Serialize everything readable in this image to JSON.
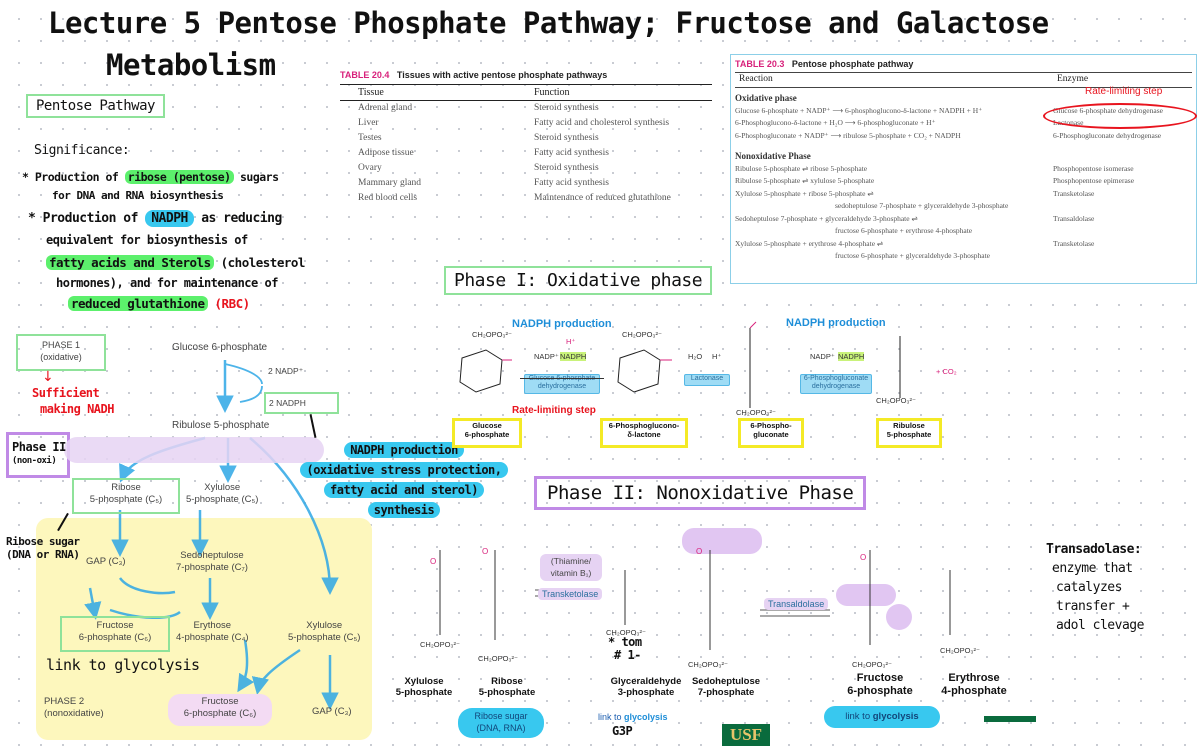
{
  "title": {
    "line1": "Lecture 5 Pentose Phosphate Pathway; Fructose  and  Galactose",
    "line2": "Metabolism"
  },
  "notes": {
    "pentose_pathway": "Pentose Pathway",
    "significance": "Significance:",
    "bullet1_a": "* Production of ",
    "bullet1_hl": "ribose (pentose)",
    "bullet1_b": " sugars",
    "bullet1_c": "for DNA and RNA biosynthesis",
    "bullet2_a": "* Production of ",
    "bullet2_hl": "NADPH",
    "bullet2_b": " as reducing",
    "bullet2_c": "equivalent for biosynthesis of",
    "bullet2_hl2": "fatty acids and Sterols",
    "bullet2_d": " (cholesterol",
    "bullet2_e": "hormones), and for maintenance of",
    "bullet2_hl3": "reduced glutathione",
    "bullet2_red": "(RBC)"
  },
  "table204": {
    "label": "TABLE 20.4",
    "title": "Tissues with active pentose phosphate pathways",
    "col_tissue": "Tissue",
    "col_function": "Function",
    "rows": [
      {
        "tissue": "Adrenal gland",
        "function": "Steroid synthesis"
      },
      {
        "tissue": "Liver",
        "function": "Fatty acid and cholesterol synthesis"
      },
      {
        "tissue": "Testes",
        "function": "Steroid synthesis"
      },
      {
        "tissue": "Adipose tissue",
        "function": "Fatty acid synthesis"
      },
      {
        "tissue": "Ovary",
        "function": "Steroid synthesis"
      },
      {
        "tissue": "Mammary gland",
        "function": "Fatty acid synthesis"
      },
      {
        "tissue": "Red blood cells",
        "function": "Maintenance of reduced glutathione"
      }
    ]
  },
  "table203": {
    "label": "TABLE 20.3",
    "title": "Pentose phosphate pathway",
    "col_reaction": "Reaction",
    "col_enzyme": "Enzyme",
    "rate_limiting_note": "Rate-limiting step",
    "oxidative_heading": "Oxidative phase",
    "oxidative_rows": [
      {
        "reaction": "Glucose 6-phosphate + NADP⁺ ⟶ 6-phosphoglucono-δ-lactone + NADPH + H⁺",
        "enzyme": "Glucose 6-phosphate dehydrogenase"
      },
      {
        "reaction": "6-Phosphoglucono-δ-lactone + H₂O ⟶ 6-phosphogluconate + H⁺",
        "enzyme": "Lactonase"
      },
      {
        "reaction": "6-Phosphogluconate + NADP⁺ ⟶ ribulose 5-phosphate + CO₂ + NADPH",
        "enzyme": "6-Phosphogluconate dehydrogenase"
      }
    ],
    "nonox_heading": "Nonoxidative Phase",
    "nonox_rows": [
      {
        "reaction": "Ribulose 5-phosphate ⇌ ribose 5-phosphate",
        "reaction2": "",
        "enzyme": "Phosphopentose isomerase"
      },
      {
        "reaction": "Ribulose 5-phosphate ⇌ xylulose 5-phosphate",
        "reaction2": "",
        "enzyme": "Phosphopentose epimerase"
      },
      {
        "reaction": "Xylulose 5-phosphate + ribose 5-phosphate ⇌",
        "reaction2": "sedoheptulose 7-phosphate + glyceraldehyde 3-phosphate",
        "enzyme": "Transketolase"
      },
      {
        "reaction": "Sedoheptulose 7-phosphate + glyceraldehyde 3-phosphate ⇌",
        "reaction2": "fructose 6-phosphate + erythrose 4-phosphate",
        "enzyme": "Transaldolase"
      },
      {
        "reaction": "Xylulose 5-phosphate + erythrose 4-phosphate ⇌",
        "reaction2": "fructose 6-phosphate + glyceraldehyde 3-phosphate",
        "enzyme": "Transketolase"
      }
    ]
  },
  "flow": {
    "phase1_a": "PHASE 1",
    "phase1_b": "(oxidative)",
    "sufficient_a": "Sufficient",
    "sufficient_b": "making NADH",
    "phase2_hand_a": "Phase II",
    "phase2_hand_b": "(non-oxi)",
    "glucose6p": "Glucose 6-phosphate",
    "nadp": "2 NADP⁺",
    "nadph": "2 NADPH",
    "ribulose5p": "Ribulose 5-phosphate",
    "ribose_a": "Ribose",
    "ribose_b": "5-phosphate (C₅)",
    "xylulose_a": "Xylulose",
    "xylulose_b": "5-phosphate (C₅)",
    "ribose_sugar_a": "Ribose sugar",
    "ribose_sugar_b": "(DNA or RNA)",
    "gap3": "GAP (C₃)",
    "sedo_a": "Sedoheptulose",
    "sedo_b": "7-phosphate (C₇)",
    "fructose_a": "Fructose",
    "fructose_b": "6-phosphate (C₆)",
    "erythrose_a": "Erythose",
    "erythrose_b": "4-phosphate (C₄)",
    "xylulose2_a": "Xylulose",
    "xylulose2_b": "5-phosphate (C₅)",
    "link_glycolysis": "link to glycolysis",
    "phase2_a": "PHASE 2",
    "phase2_b": "(nonoxidative)",
    "fructose2_a": "Fructose",
    "fructose2_b": "6-phosphate (C₆)",
    "gap5": "GAP (C₃)"
  },
  "nadph_note": {
    "line1": "NADPH production",
    "line2": "(oxidative stress protection,",
    "line3": "fatty acid and sterol)",
    "line4": "synthesis"
  },
  "phase1_diagram": {
    "heading": "Phase I: Oxidative phase",
    "nadph_production_1": "NADPH production",
    "nadph_production_2": "NADPH production",
    "rate_limiting": "Rate-limiting step",
    "enz_g6pd_a": "Glucose 6-phosphate",
    "enz_g6pd_b": "dehydrogenase",
    "enz_lactonase": "Lactonase",
    "enz_6pgd_a": "6-Phosphogluconate",
    "enz_6pgd_b": "dehydrogenase",
    "nadp_label": "NADP⁺",
    "nadph_label": "NADPH",
    "h_plus": "H⁺",
    "h2o": "H₂O",
    "co2": "+ CO₂",
    "mol1_a": "Glucose",
    "mol1_b": "6-phosphate",
    "mol2_a": "6-Phosphoglucono-",
    "mol2_b": "δ-lactone",
    "mol3_a": "6-Phospho-",
    "mol3_b": "gluconate",
    "mol4_a": "Ribulose",
    "mol4_b": "5-phosphate",
    "ch2opo3": "CH₂OPO₃²⁻"
  },
  "phase2_diagram": {
    "heading": "Phase II: Nonoxidative Phase",
    "cofactor_a": "(Thiamine/",
    "cofactor_b": "vitamin B₁)",
    "transketolase": "Transketolase",
    "transaldolase": "Transaldolase",
    "mol_xylulose_a": "Xylulose",
    "mol_xylulose_b": "5-phosphate",
    "mol_ribose_a": "Ribose",
    "mol_ribose_b": "5-phosphate",
    "mol_glyc_a": "Glyceraldehyde",
    "mol_glyc_b": "3-phosphate",
    "mol_sedo_a": "Sedoheptulose",
    "mol_sedo_b": "7-phosphate",
    "mol_fruc_a": "Fructose",
    "mol_fruc_b": "6-phosphate",
    "mol_ery_a": "Erythrose",
    "mol_ery_b": "4-phosphate",
    "ribose_sugar_a": "Ribose sugar",
    "ribose_sugar_b": "(DNA, RNA)",
    "link_glycolysis_a": "link to ",
    "link_glycolysis_b": "glycolysis",
    "link_glycolysis_2a": "link to ",
    "link_glycolysis_2b": "glycolysis",
    "g3p": "G3P",
    "star_note_a": "* tom",
    "star_note_b": "# 1-",
    "usf": "USF"
  },
  "transaldolase_note": {
    "line1": "Transadolase:",
    "line2": "enzyme that",
    "line3": "catalyzes",
    "line4": "transfer +",
    "line5": "adol clevage"
  },
  "colors": {
    "highlight_green": "#5cf06c",
    "highlight_cyan": "#38c8ef",
    "highlight_purple": "#e1c6f2",
    "box_yellow": "#f4ea26",
    "accent_pink": "#d8217b",
    "accent_blue": "#1e8ed8",
    "red_note": "#e8141e",
    "flow_blue": "#2ea7e6",
    "phase2_bg": "#fdf7bd"
  }
}
